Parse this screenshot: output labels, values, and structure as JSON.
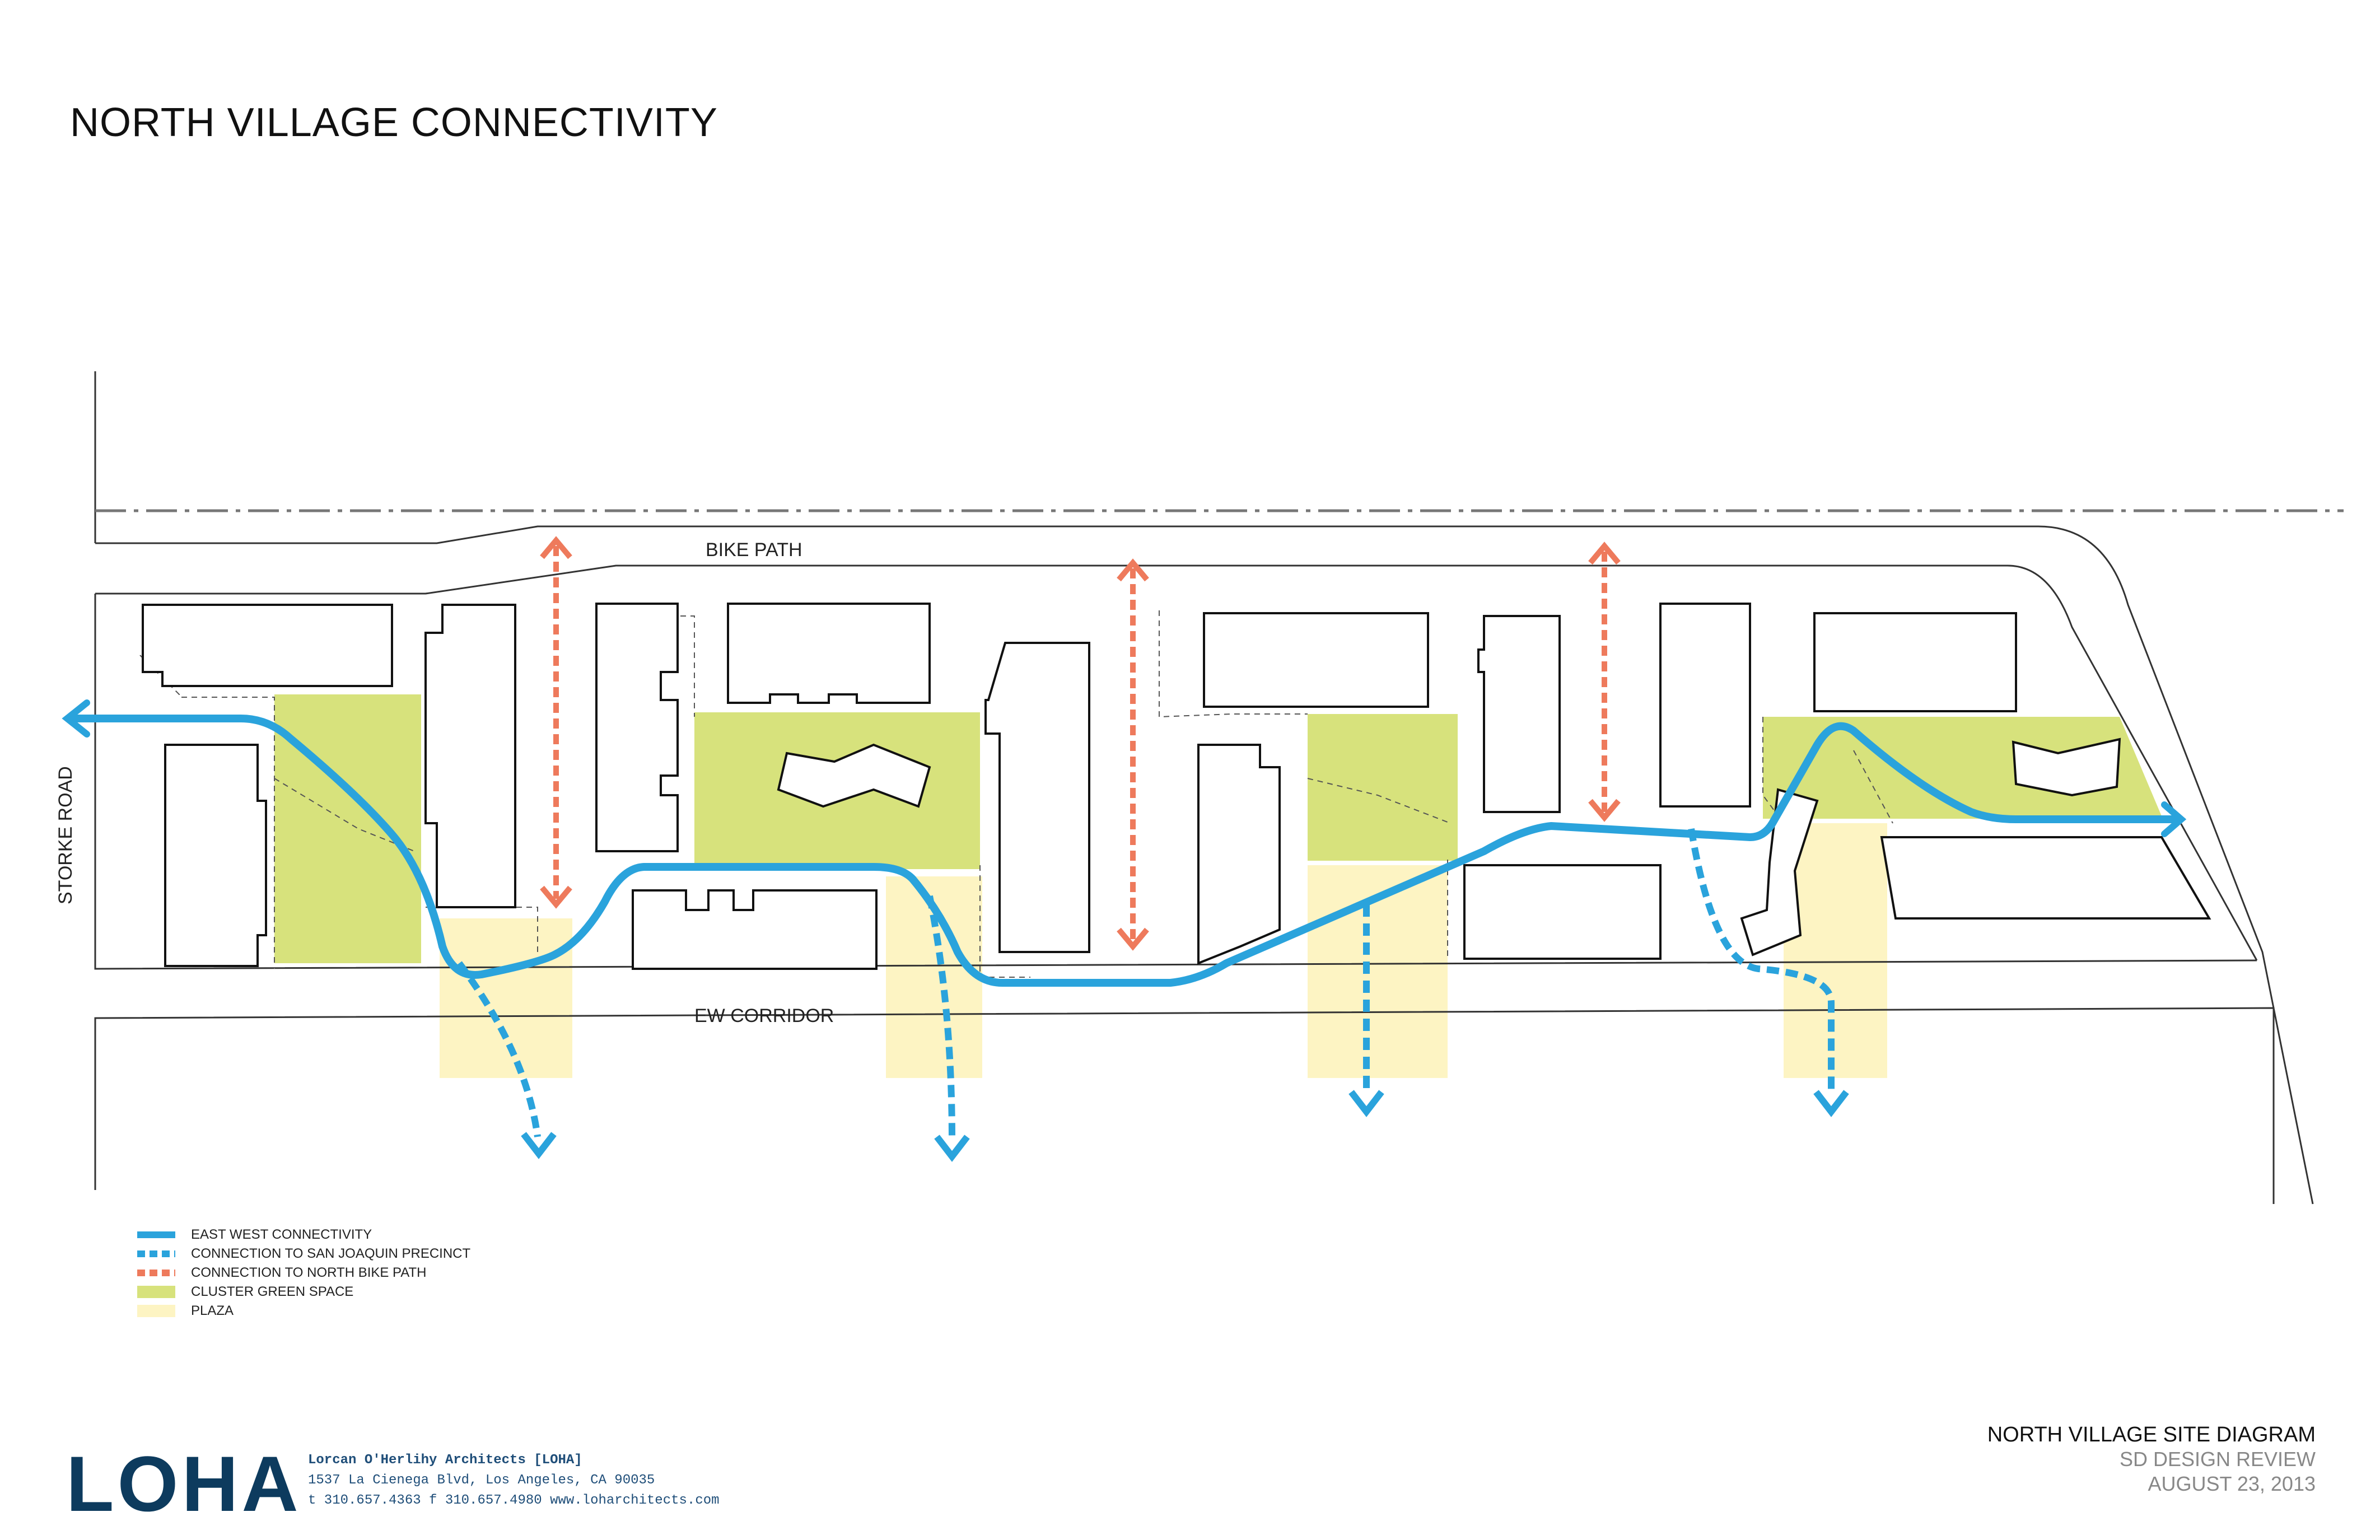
{
  "title": "NORTH VILLAGE CONNECTIVITY",
  "labels": {
    "bike_path": "BIKE PATH",
    "ew_corridor": "EW CORRIDOR",
    "storke_road": "STORKE ROAD"
  },
  "colors": {
    "east_west": "#2aa3dc",
    "san_joaquin": "#2aa3dc",
    "north_bike": "#ee7a5c",
    "green_space": "#d7e27c",
    "plaza": "#fdf4c3",
    "logo": "#0d3b5e"
  },
  "legend": [
    {
      "label": "EAST WEST CONNECTIVITY",
      "style": "solid-line",
      "color": "#2aa3dc"
    },
    {
      "label": "CONNECTION TO SAN JOAQUIN PRECINCT",
      "style": "dashed-line",
      "color": "#2aa3dc"
    },
    {
      "label": "CONNECTION TO NORTH BIKE PATH",
      "style": "dashed-line",
      "color": "#ee7a5c"
    },
    {
      "label": "CLUSTER GREEN SPACE",
      "style": "fill",
      "color": "#d7e27c"
    },
    {
      "label": "PLAZA",
      "style": "fill",
      "color": "#fdf4c3"
    }
  ],
  "footer": {
    "logo": "LOHA",
    "firm_name": "Lorcan O'Herlihy Architects [LOHA]",
    "address": "1537 La Cienega Blvd, Los Angeles, CA 90035",
    "contact": "t 310.657.4363 f 310.657.4980 www.loharchitects.com",
    "sheet_title": "NORTH VILLAGE SITE DIAGRAM",
    "review": "SD DESIGN REVIEW",
    "date": "AUGUST 23, 2013"
  }
}
